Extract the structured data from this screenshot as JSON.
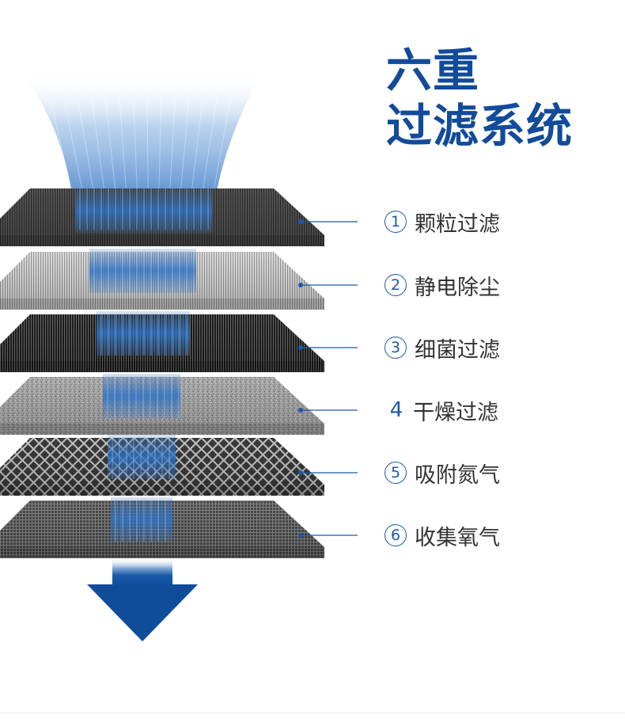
{
  "title": {
    "line1": "六重",
    "line2": "过滤系统"
  },
  "colors": {
    "accent": "#124b9a",
    "flow_blue": "#2f72c4",
    "arrow": "#0f4d9a"
  },
  "layers": [
    {
      "number": "1",
      "circled": true,
      "label": "颗粒过滤",
      "texture": "fine-dark"
    },
    {
      "number": "2",
      "circled": true,
      "label": "静电除尘",
      "texture": "fine-light"
    },
    {
      "number": "3",
      "circled": true,
      "label": "细菌过滤",
      "texture": "black"
    },
    {
      "number": "4",
      "circled": false,
      "label": "干燥过滤",
      "texture": "speckle"
    },
    {
      "number": "5",
      "circled": true,
      "label": "吸附氮气",
      "texture": "mesh"
    },
    {
      "number": "6",
      "circled": true,
      "label": "收集氧气",
      "texture": "grid"
    }
  ]
}
